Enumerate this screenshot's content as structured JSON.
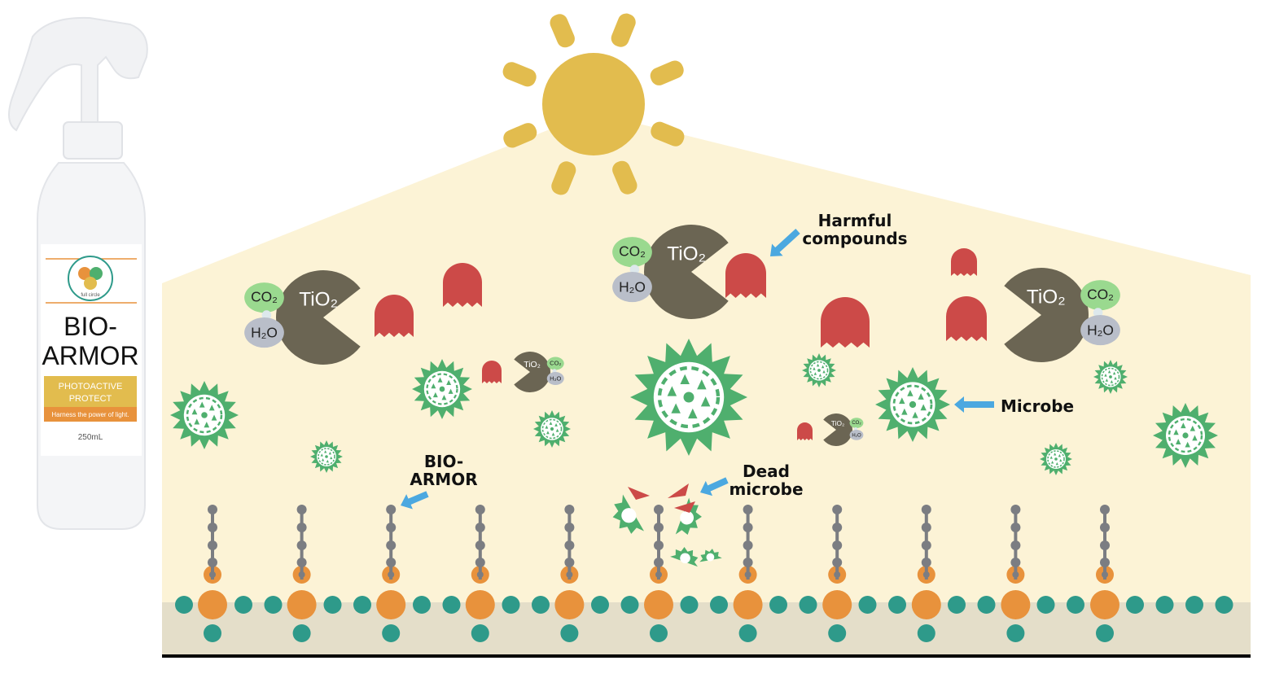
{
  "bottle": {
    "brand": "full circle",
    "title_line1": "BIO-",
    "title_line2": "ARMOR",
    "band_line1": "PHOTOACTIVE",
    "band_line2": "PROTECT",
    "tagline": "Harness the power of light.",
    "volume": "250mL"
  },
  "molecules": {
    "catalyst": "TiO₂",
    "co2": "CO₂",
    "h2o": "H₂O"
  },
  "labels": {
    "harmful_line1": "Harmful",
    "harmful_line2": "compounds",
    "microbe": "Microbe",
    "dead_line1": "Dead",
    "dead_line2": "microbe",
    "bioarmor_line1": "BIO-",
    "bioarmor_line2": "ARMOR"
  },
  "colors": {
    "sun": "#E2BC4E",
    "light_area": "#FCF3D6",
    "pacman": "#6B6553",
    "ghost": "#CC4A48",
    "microbe": "#4FAF6E",
    "co2": "#9AD98F",
    "h2o": "#B9BEC9",
    "arrow": "#4BA8E0",
    "orange": "#E8923C",
    "teal": "#2E9A8A",
    "surface": "#E4DEC9",
    "chain": "#7B7D82"
  }
}
